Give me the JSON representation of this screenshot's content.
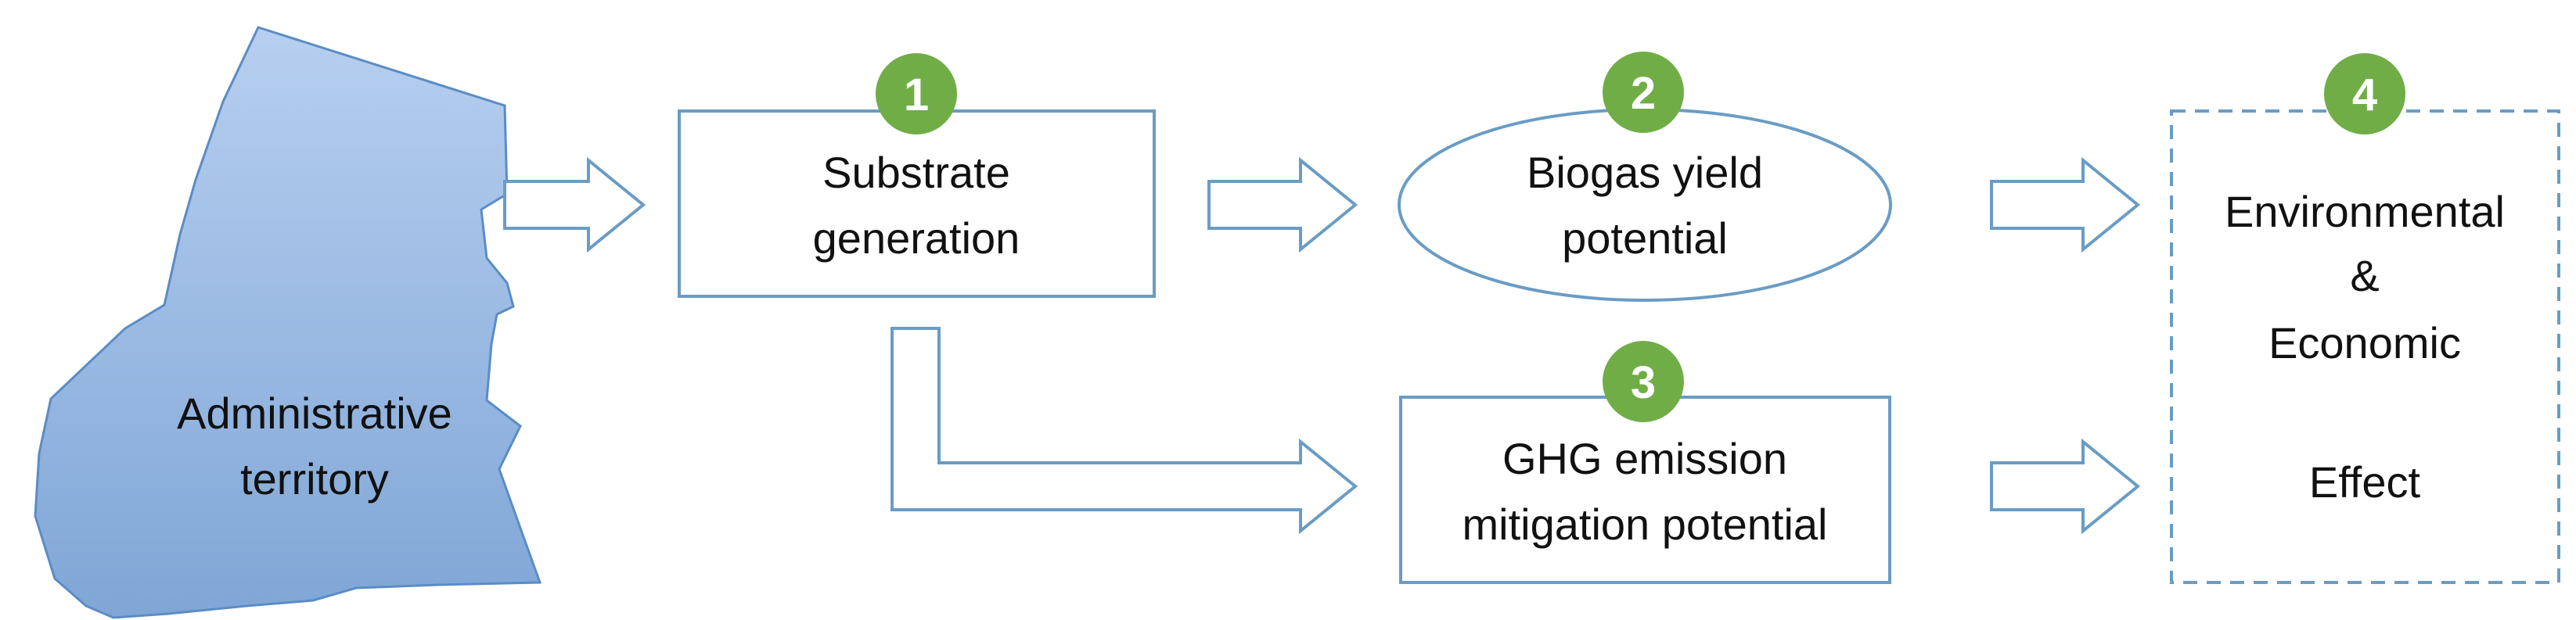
{
  "territory": {
    "label_line1": "Administrative",
    "label_line2": "territory"
  },
  "step1": {
    "number": "1",
    "line1": "Substrate",
    "line2": "generation"
  },
  "step2": {
    "number": "2",
    "line1": "Biogas yield",
    "line2": "potential"
  },
  "step3": {
    "number": "3",
    "line1": "GHG emission",
    "line2": "mitigation  potential"
  },
  "step4": {
    "number": "4",
    "line1": "Environmental",
    "line2": "&",
    "line3": "Economic",
    "line4": "Effect"
  },
  "colors": {
    "stroke": "#6a9cc4",
    "territory_fill": "#8fb4e0",
    "badge_fill": "#70ad47",
    "text": "#111111"
  }
}
